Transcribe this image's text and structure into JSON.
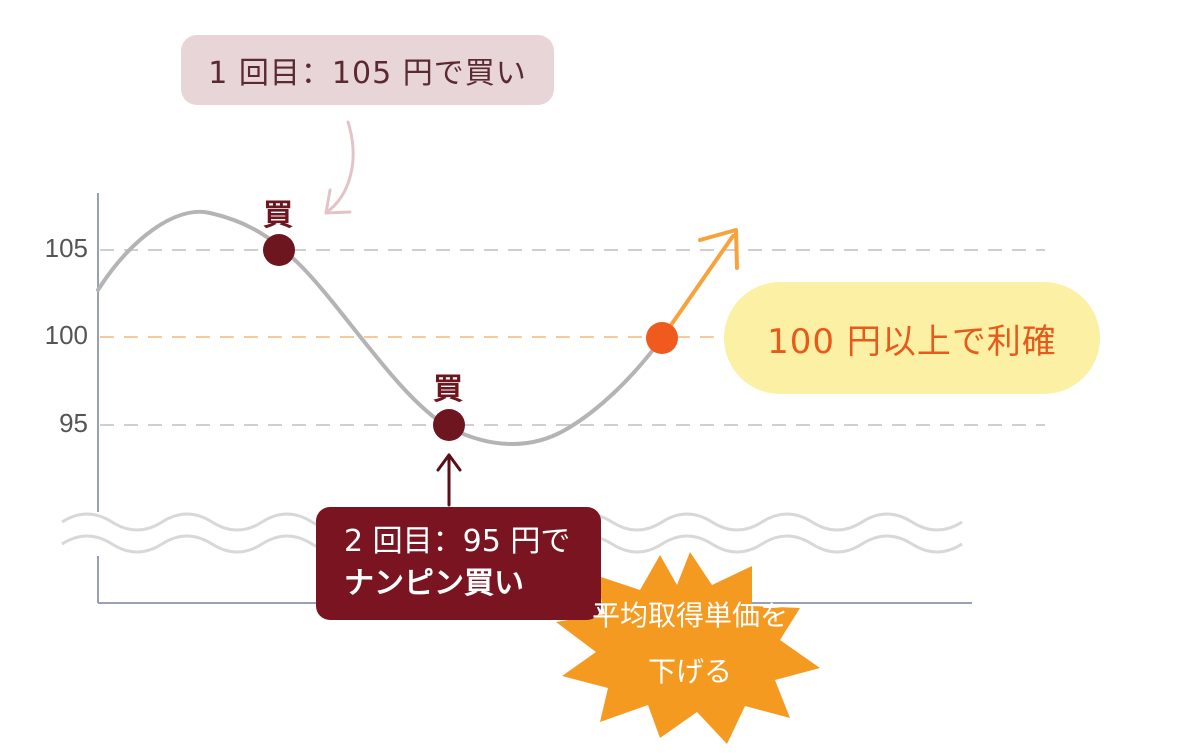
{
  "y_axis": {
    "ticks": [
      {
        "label": "105"
      },
      {
        "label": "100"
      },
      {
        "label": "95"
      }
    ]
  },
  "points": {
    "buy_marker": "買"
  },
  "callouts": {
    "first_buy": "1 回目：105 円で買い",
    "second_buy_line1": "2 回目：95 円で",
    "second_buy_line2": "ナンピン買い",
    "take_profit": "100 円以上で利確"
  },
  "burst": {
    "line1": "平均取得単価を",
    "line2": "下げる"
  },
  "colors": {
    "buy_point": "#6e1620",
    "profit_point": "#f05a1e",
    "price_line": "#b4b4b4",
    "profit_arrow": "#f7a23a",
    "burst_fill": "#f59a20",
    "callout_first_bg": "#e8d5d7",
    "callout_second_bg": "#7a1420",
    "callout_profit_bg": "#fcf0a4"
  }
}
